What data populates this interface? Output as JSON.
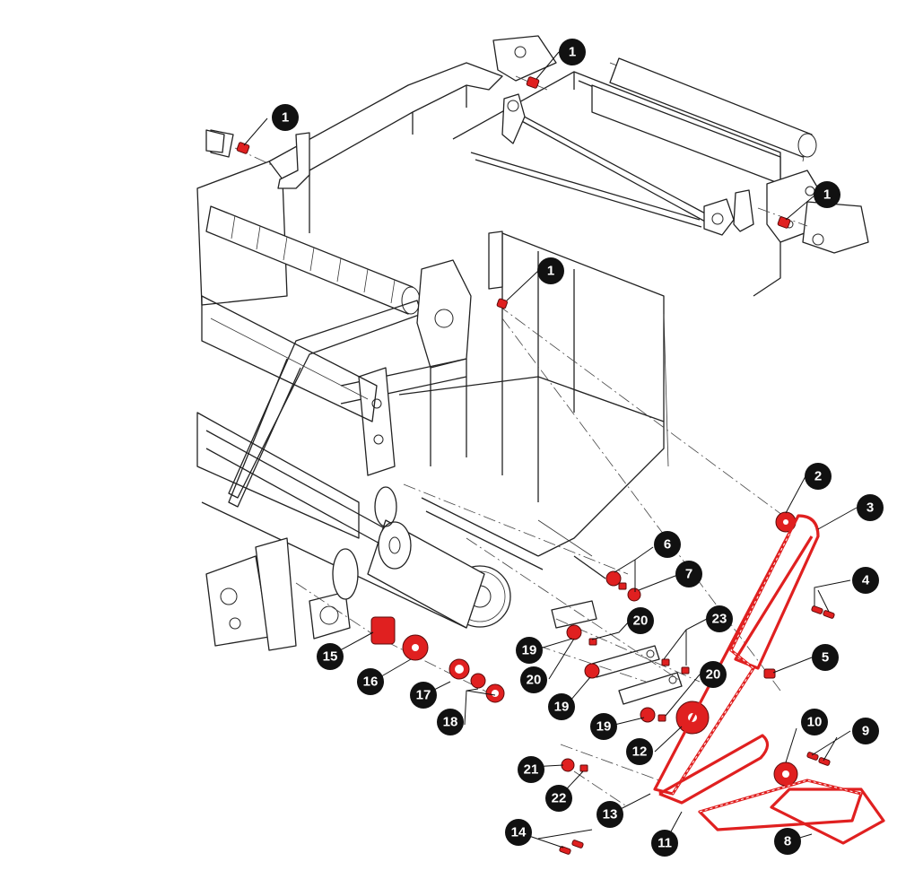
{
  "callouts": {
    "c1a": "1",
    "c1b": "1",
    "c1c": "1",
    "c1d": "1",
    "c2": "2",
    "c3": "3",
    "c4": "4",
    "c5": "5",
    "c6": "6",
    "c7": "7",
    "c8": "8",
    "c9": "9",
    "c10": "10",
    "c11": "11",
    "c12": "12",
    "c13": "13",
    "c14": "14",
    "c15": "15",
    "c16": "16",
    "c17": "17",
    "c18": "18",
    "c19a": "19",
    "c19b": "19",
    "c19c": "19",
    "c20a": "20",
    "c20b": "20",
    "c20c": "20",
    "c21": "21",
    "c22": "22",
    "c23": "23"
  },
  "colors": {
    "highlight": "#e02020",
    "line": "#222222",
    "callout": "#111111"
  }
}
